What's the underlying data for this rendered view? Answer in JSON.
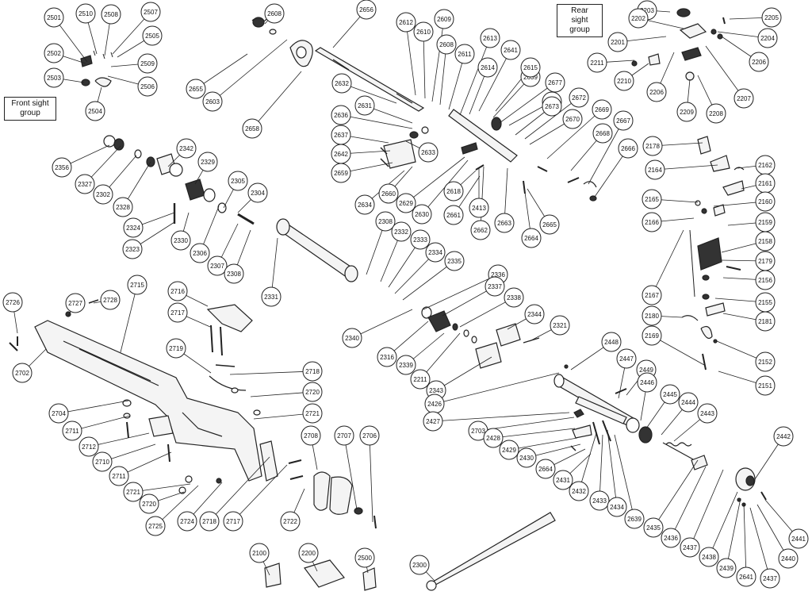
{
  "group_labels": {
    "front_sight": "Front sight group",
    "rear_sight": "Rear sight group"
  },
  "parts": [
    {
      "id": "2501"
    },
    {
      "id": "2510"
    },
    {
      "id": "2508"
    },
    {
      "id": "2507"
    },
    {
      "id": "2505"
    },
    {
      "id": "2509"
    },
    {
      "id": "2506"
    },
    {
      "id": "2502"
    },
    {
      "id": "2503"
    },
    {
      "id": "2504"
    },
    {
      "id": "2608"
    },
    {
      "id": "2655"
    },
    {
      "id": "2603"
    },
    {
      "id": "2658"
    },
    {
      "id": "2656"
    },
    {
      "id": "2612"
    },
    {
      "id": "2610"
    },
    {
      "id": "2609"
    },
    {
      "id": "2608"
    },
    {
      "id": "2632"
    },
    {
      "id": "2611"
    },
    {
      "id": "2613"
    },
    {
      "id": "2614"
    },
    {
      "id": "2641"
    },
    {
      "id": "2639"
    },
    {
      "id": "2615"
    },
    {
      "id": "2677"
    },
    {
      "id": "2616"
    },
    {
      "id": "2673"
    },
    {
      "id": "2672"
    },
    {
      "id": "2670"
    },
    {
      "id": "2669"
    },
    {
      "id": "2668"
    },
    {
      "id": "2667"
    },
    {
      "id": "2666"
    },
    {
      "id": "2636"
    },
    {
      "id": "2631"
    },
    {
      "id": "2637"
    },
    {
      "id": "2642"
    },
    {
      "id": "2633"
    },
    {
      "id": "2659"
    },
    {
      "id": "2660"
    },
    {
      "id": "2634"
    },
    {
      "id": "2629"
    },
    {
      "id": "2630"
    },
    {
      "id": "2618"
    },
    {
      "id": "2661"
    },
    {
      "id": "2413"
    },
    {
      "id": "2662"
    },
    {
      "id": "2663"
    },
    {
      "id": "2664"
    },
    {
      "id": "2665"
    },
    {
      "id": "2203"
    },
    {
      "id": "2205"
    },
    {
      "id": "2202"
    },
    {
      "id": "2201"
    },
    {
      "id": "2204"
    },
    {
      "id": "2206"
    },
    {
      "id": "2211"
    },
    {
      "id": "2210"
    },
    {
      "id": "2206"
    },
    {
      "id": "2207"
    },
    {
      "id": "2209"
    },
    {
      "id": "2208"
    },
    {
      "id": "2178"
    },
    {
      "id": "2164"
    },
    {
      "id": "2162"
    },
    {
      "id": "2161"
    },
    {
      "id": "2165"
    },
    {
      "id": "2160"
    },
    {
      "id": "2166"
    },
    {
      "id": "2159"
    },
    {
      "id": "2158"
    },
    {
      "id": "2179"
    },
    {
      "id": "2156"
    },
    {
      "id": "2155"
    },
    {
      "id": "2167"
    },
    {
      "id": "2180"
    },
    {
      "id": "2181"
    },
    {
      "id": "2169"
    },
    {
      "id": "2152"
    },
    {
      "id": "2151"
    },
    {
      "id": "2356"
    },
    {
      "id": "2327"
    },
    {
      "id": "2302"
    },
    {
      "id": "2328"
    },
    {
      "id": "2342"
    },
    {
      "id": "2329"
    },
    {
      "id": "2305"
    },
    {
      "id": "2304"
    },
    {
      "id": "2324"
    },
    {
      "id": "2323"
    },
    {
      "id": "2330"
    },
    {
      "id": "2306"
    },
    {
      "id": "2307"
    },
    {
      "id": "2308"
    },
    {
      "id": "2331"
    },
    {
      "id": "2308"
    },
    {
      "id": "2332"
    },
    {
      "id": "2333"
    },
    {
      "id": "2334"
    },
    {
      "id": "2335"
    },
    {
      "id": "2336"
    },
    {
      "id": "2337"
    },
    {
      "id": "2338"
    },
    {
      "id": "2340"
    },
    {
      "id": "2344"
    },
    {
      "id": "2321"
    },
    {
      "id": "2316"
    },
    {
      "id": "2339"
    },
    {
      "id": "2211"
    },
    {
      "id": "2343"
    },
    {
      "id": "2726"
    },
    {
      "id": "2727"
    },
    {
      "id": "2728"
    },
    {
      "id": "2715"
    },
    {
      "id": "2716"
    },
    {
      "id": "2717"
    },
    {
      "id": "2702"
    },
    {
      "id": "2719"
    },
    {
      "id": "2718"
    },
    {
      "id": "2720"
    },
    {
      "id": "2721"
    },
    {
      "id": "2704"
    },
    {
      "id": "2711"
    },
    {
      "id": "2712"
    },
    {
      "id": "2710"
    },
    {
      "id": "2711"
    },
    {
      "id": "2708"
    },
    {
      "id": "2707"
    },
    {
      "id": "2706"
    },
    {
      "id": "2721"
    },
    {
      "id": "2720"
    },
    {
      "id": "2725"
    },
    {
      "id": "2724"
    },
    {
      "id": "2718"
    },
    {
      "id": "2717"
    },
    {
      "id": "2722"
    },
    {
      "id": "2448"
    },
    {
      "id": "2447"
    },
    {
      "id": "2449"
    },
    {
      "id": "2446"
    },
    {
      "id": "2445"
    },
    {
      "id": "2444"
    },
    {
      "id": "2443"
    },
    {
      "id": "2426"
    },
    {
      "id": "2427"
    },
    {
      "id": "2703"
    },
    {
      "id": "2428"
    },
    {
      "id": "2429"
    },
    {
      "id": "2430"
    },
    {
      "id": "2664"
    },
    {
      "id": "2431"
    },
    {
      "id": "2432"
    },
    {
      "id": "2433"
    },
    {
      "id": "2434"
    },
    {
      "id": "2639"
    },
    {
      "id": "2435"
    },
    {
      "id": "2436"
    },
    {
      "id": "2437"
    },
    {
      "id": "2438"
    },
    {
      "id": "2439"
    },
    {
      "id": "2641"
    },
    {
      "id": "2437"
    },
    {
      "id": "2440"
    },
    {
      "id": "2441"
    },
    {
      "id": "2442"
    },
    {
      "id": "2100"
    },
    {
      "id": "2200"
    },
    {
      "id": "2500"
    },
    {
      "id": "2300"
    }
  ],
  "colors": {
    "line": "#222222",
    "background": "#ffffff",
    "part_fill": "#f4f4f4",
    "dark": "#333333"
  }
}
